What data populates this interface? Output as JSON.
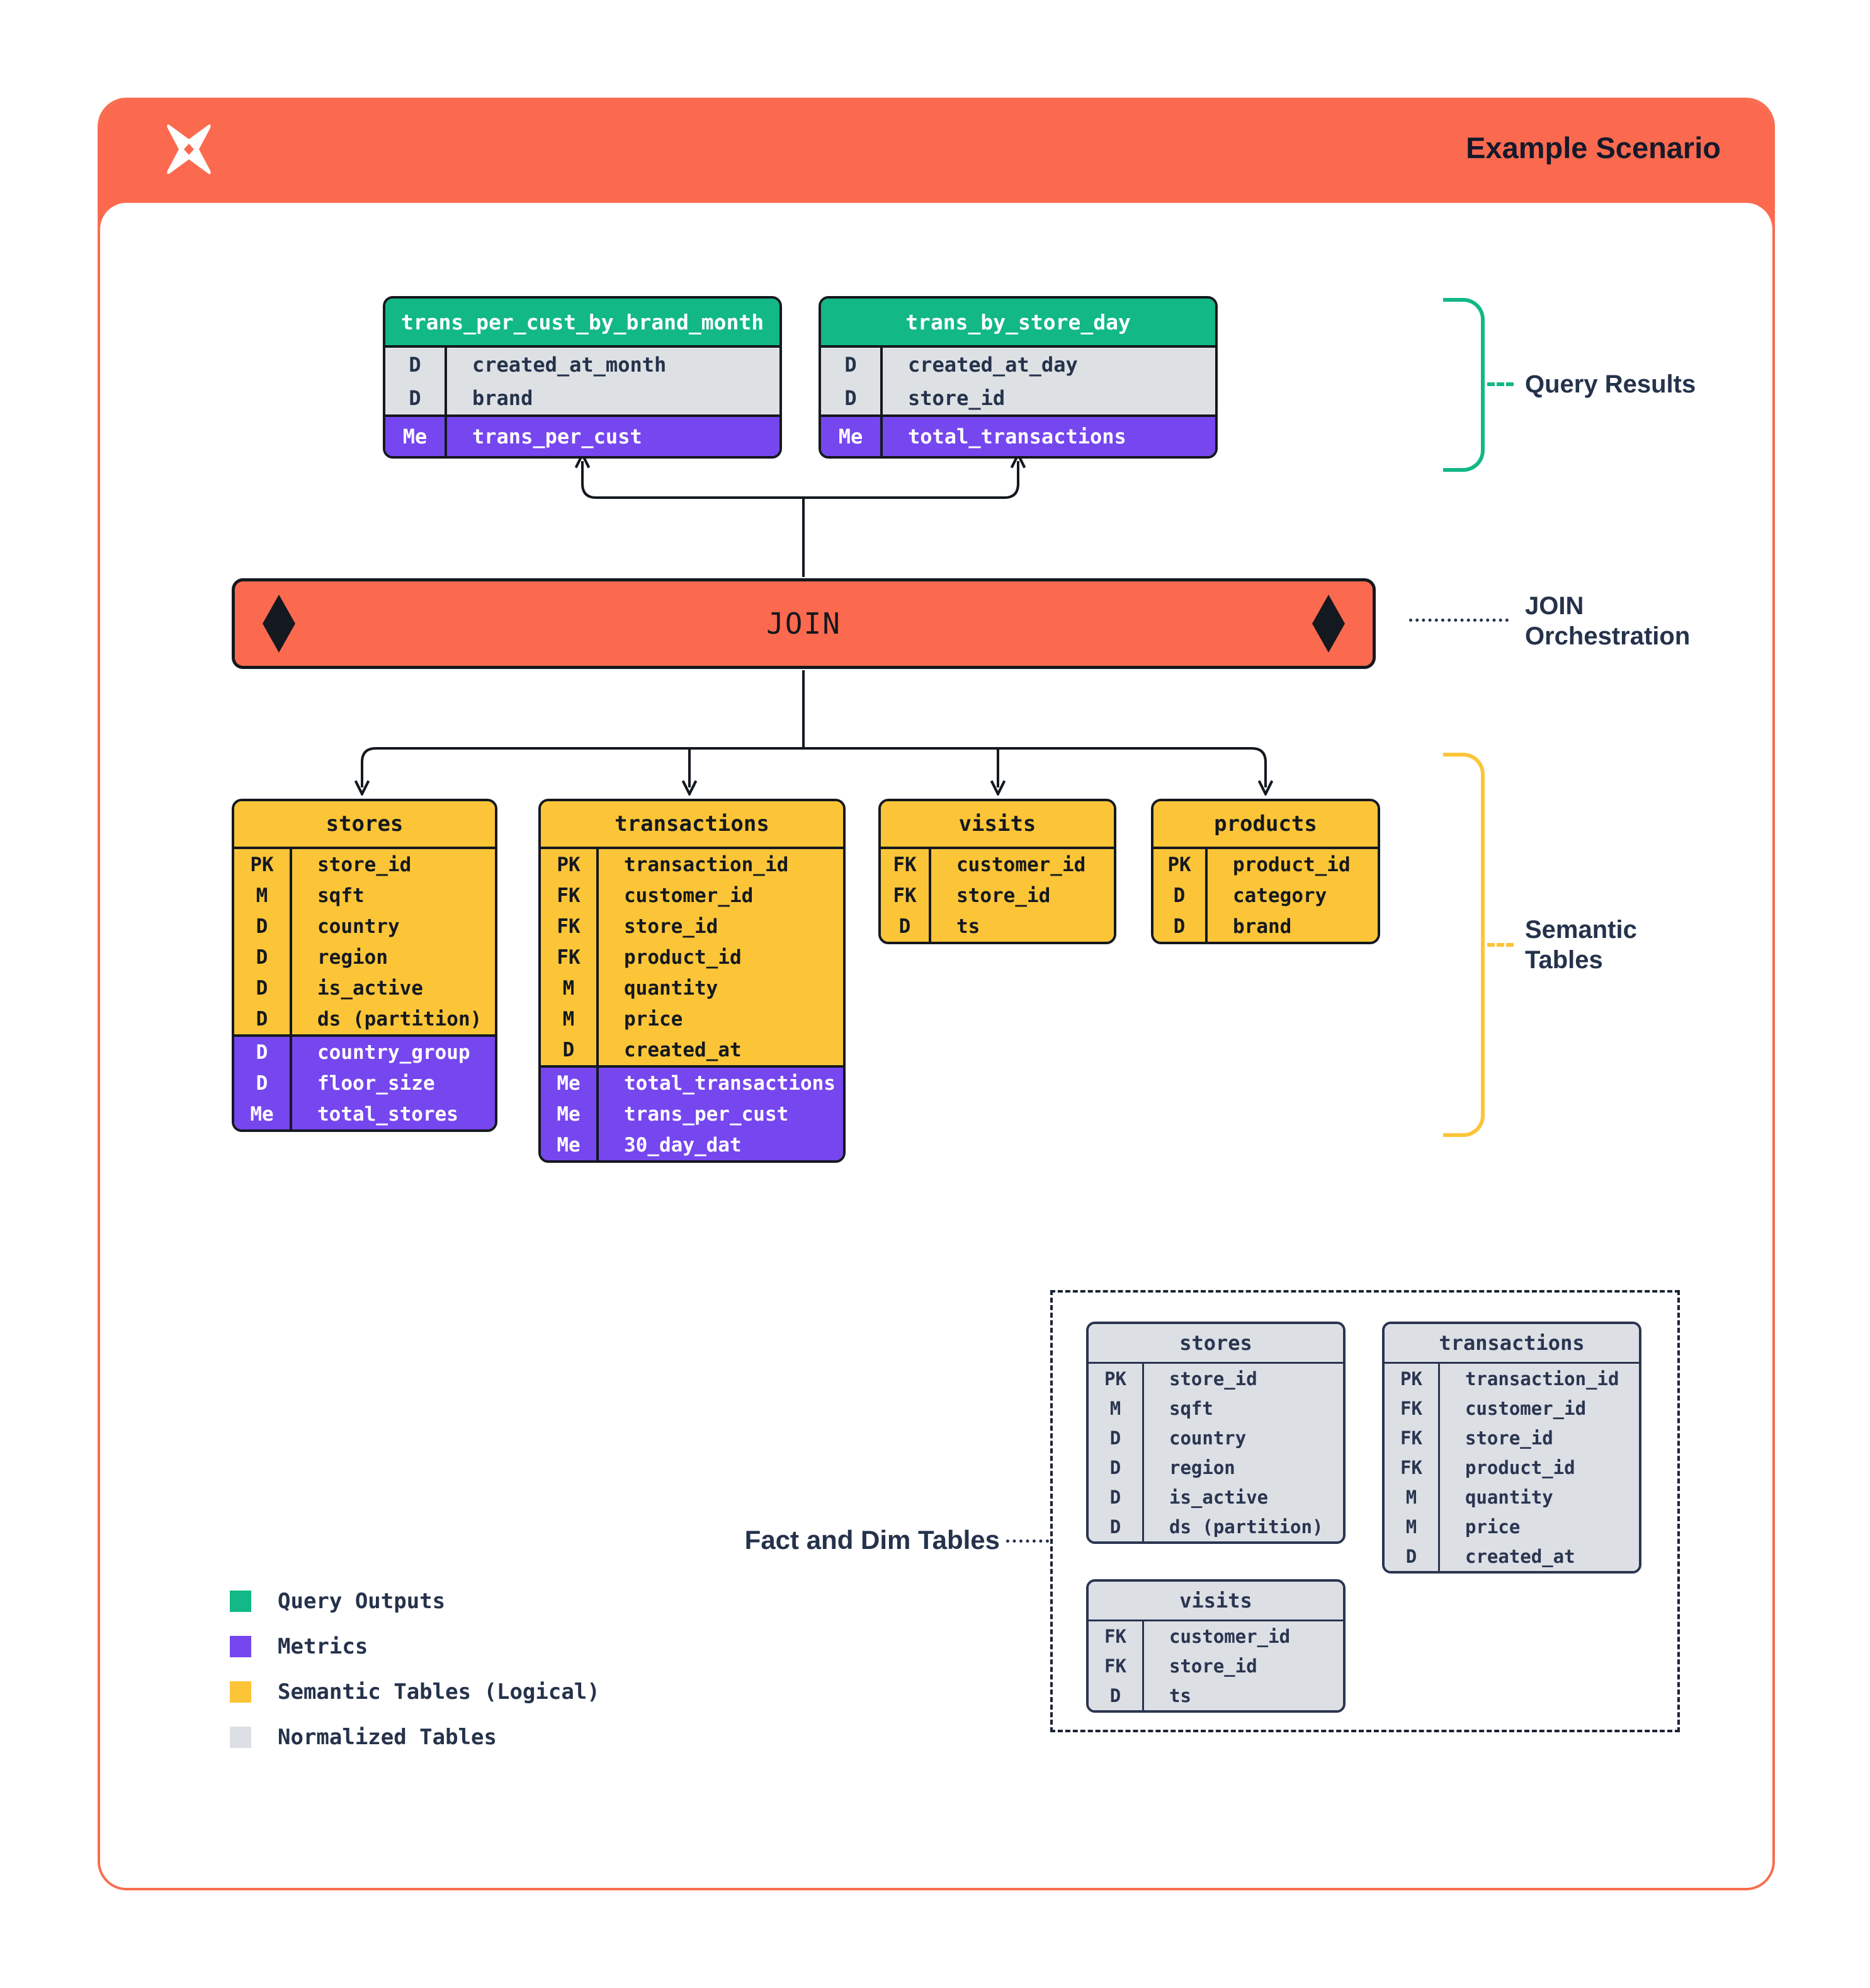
{
  "header": {
    "title": "Example Scenario"
  },
  "join_bar": {
    "label": "JOIN"
  },
  "annotations": {
    "query_results": "Query Results",
    "join_orchestration_line1": "JOIN",
    "join_orchestration_line2": "Orchestration",
    "semantic_tables_line1": "Semantic",
    "semantic_tables_line2": "Tables",
    "fact_and_dim": "Fact and Dim Tables"
  },
  "query_tables": [
    {
      "title": "trans_per_cust_by_brand_month",
      "dims": [
        [
          "D",
          "created_at_month"
        ],
        [
          "D",
          "brand"
        ]
      ],
      "metrics": [
        [
          "Me",
          "trans_per_cust"
        ]
      ]
    },
    {
      "title": "trans_by_store_day",
      "dims": [
        [
          "D",
          "created_at_day"
        ],
        [
          "D",
          "store_id"
        ]
      ],
      "metrics": [
        [
          "Me",
          "total_transactions"
        ]
      ]
    }
  ],
  "semantic_tables": [
    {
      "title": "stores",
      "rows": [
        [
          "PK",
          "store_id"
        ],
        [
          "M",
          "sqft"
        ],
        [
          "D",
          "country"
        ],
        [
          "D",
          "region"
        ],
        [
          "D",
          "is_active"
        ],
        [
          "D",
          "ds (partition)"
        ]
      ],
      "metric_rows": [
        [
          "D",
          "country_group"
        ],
        [
          "D",
          "floor_size"
        ],
        [
          "Me",
          "total_stores"
        ]
      ]
    },
    {
      "title": "transactions",
      "rows": [
        [
          "PK",
          "transaction_id"
        ],
        [
          "FK",
          "customer_id"
        ],
        [
          "FK",
          "store_id"
        ],
        [
          "FK",
          "product_id"
        ],
        [
          "M",
          "quantity"
        ],
        [
          "M",
          "price"
        ],
        [
          "D",
          "created_at"
        ]
      ],
      "metric_rows": [
        [
          "Me",
          "total_transactions"
        ],
        [
          "Me",
          "trans_per_cust"
        ],
        [
          "Me",
          "30_day_dat"
        ]
      ]
    },
    {
      "title": "visits",
      "rows": [
        [
          "FK",
          "customer_id"
        ],
        [
          "FK",
          "store_id"
        ],
        [
          "D",
          "ts"
        ]
      ],
      "metric_rows": []
    },
    {
      "title": "products",
      "rows": [
        [
          "PK",
          "product_id"
        ],
        [
          "D",
          "category"
        ],
        [
          "D",
          "brand"
        ]
      ],
      "metric_rows": []
    }
  ],
  "normalized_tables": [
    {
      "title": "stores",
      "rows": [
        [
          "PK",
          "store_id"
        ],
        [
          "M",
          "sqft"
        ],
        [
          "D",
          "country"
        ],
        [
          "D",
          "region"
        ],
        [
          "D",
          "is_active"
        ],
        [
          "D",
          "ds (partition)"
        ]
      ]
    },
    {
      "title": "transactions",
      "rows": [
        [
          "PK",
          "transaction_id"
        ],
        [
          "FK",
          "customer_id"
        ],
        [
          "FK",
          "store_id"
        ],
        [
          "FK",
          "product_id"
        ],
        [
          "M",
          "quantity"
        ],
        [
          "M",
          "price"
        ],
        [
          "D",
          "created_at"
        ]
      ]
    },
    {
      "title": "visits",
      "rows": [
        [
          "FK",
          "customer_id"
        ],
        [
          "FK",
          "store_id"
        ],
        [
          "D",
          "ts"
        ]
      ]
    }
  ],
  "legend": [
    {
      "label": "Query Outputs",
      "color": "#12B886"
    },
    {
      "label": "Metrics",
      "color": "#7646EF"
    },
    {
      "label": "Semantic Tables (Logical)",
      "color": "#FCC538"
    },
    {
      "label": "Normalized Tables",
      "color": "#DCE0E5"
    }
  ],
  "colors": {
    "orange": "#FB6A4E",
    "green": "#12B886",
    "purple": "#7646EF",
    "yellow": "#FCC538",
    "gray": "#DCE0E5",
    "navy": "#25324B"
  }
}
